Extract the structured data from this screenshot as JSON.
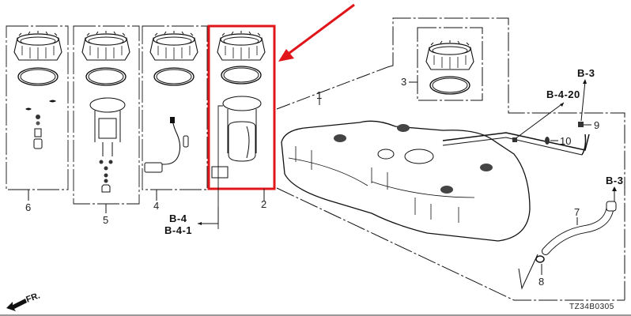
{
  "diagram": {
    "title_code": "TZ34B0305",
    "direction_indicator": "FR.",
    "highlight_color": "#e0161b",
    "line_color": "#111111",
    "part_numbers": [
      {
        "id": "1",
        "desc": "fuel-tank"
      },
      {
        "id": "2",
        "desc": "fuel-pump-module-assembly"
      },
      {
        "id": "3",
        "desc": "lock-ring-and-gasket-set"
      },
      {
        "id": "4",
        "desc": "fuel-level-sensor-harness"
      },
      {
        "id": "5",
        "desc": "fuel-pump-subassembly"
      },
      {
        "id": "6",
        "desc": "pump-hardware-kit"
      },
      {
        "id": "7",
        "desc": "filler-hose"
      },
      {
        "id": "8",
        "desc": "hose-clamp"
      },
      {
        "id": "9",
        "desc": "clip"
      },
      {
        "id": "10",
        "desc": "clip"
      }
    ],
    "references": {
      "b4": "B-4",
      "b41": "B-4-1",
      "b420": "B-4-20",
      "b3_top": "B-3",
      "b3_right": "B-3"
    }
  }
}
